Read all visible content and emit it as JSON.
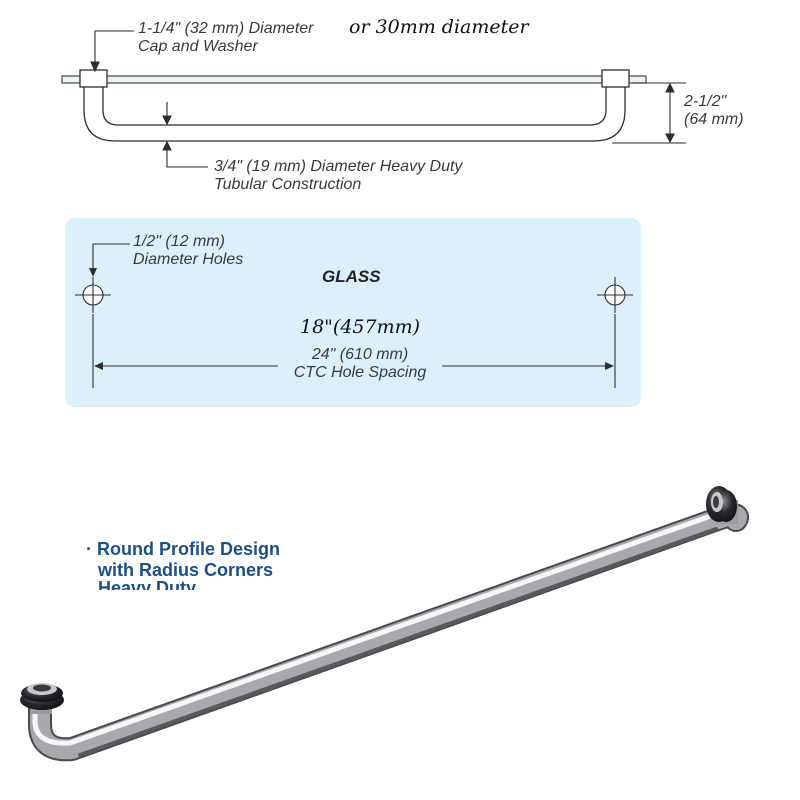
{
  "drawing": {
    "cap_line1": "1-1/4\" (32 mm) Diameter",
    "cap_line2": "Cap and Washer",
    "alt_diameter": "or 30mm diameter",
    "height_line1": "2-1/2\"",
    "height_line2": "(64 mm)",
    "tube_line1": "3/4\" (19 mm) Diameter Heavy Duty",
    "tube_line2": "Tubular Construction"
  },
  "glass_panel": {
    "holes_line1": "1/2\" (12 mm)",
    "holes_line2": "Diameter Holes",
    "glass_label": "GLASS",
    "alt_spacing": "18\"(457mm)",
    "spacing_line1": "24\" (610 mm)",
    "spacing_line2": "CTC Hole Spacing",
    "panel_color": "#dcf0f9"
  },
  "feature": {
    "line1": "· Round Profile Design",
    "line2": "with Radius Corners",
    "line3_clipped": "Heavy Duty",
    "color": "#1b4f86"
  }
}
